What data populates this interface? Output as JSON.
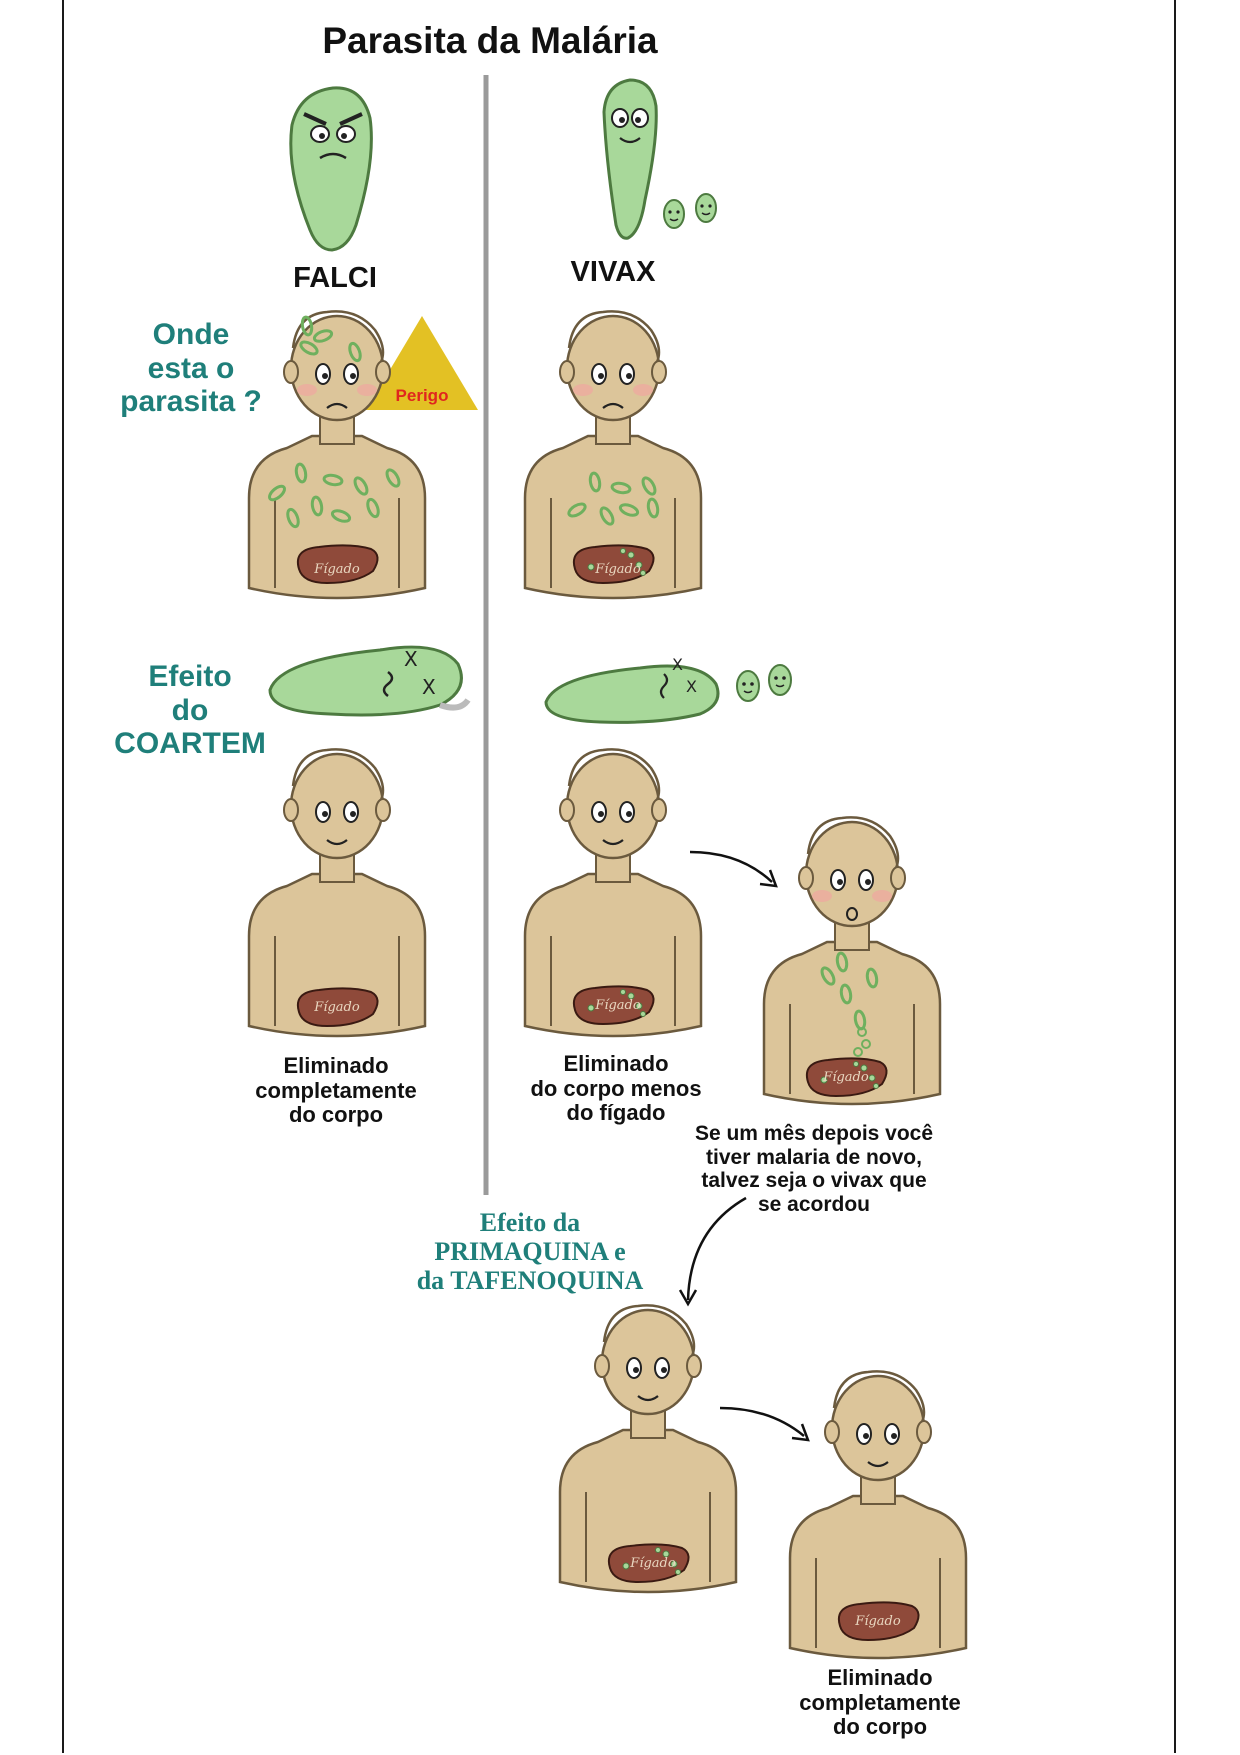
{
  "title": "Parasita da Malária",
  "columns": {
    "left": "FALCI",
    "right": "VIVAX"
  },
  "labels": {
    "where": "Onde\nesta o\nparasita ?",
    "danger": "Perigo",
    "coartem": "Efeito\ndo\nCOARTEM",
    "primaquina": "Efeito da\nPRIMAQUINA e\nda TAFENOQUINA",
    "liver": "Fígado"
  },
  "captions": {
    "falci_eliminated": "Eliminado\ncompletamente\ndo corpo",
    "vivax_eliminated": "Eliminado\ndo corpo menos\ndo fígado",
    "relapse": "Se um mês depois você\ntiver malaria de novo,\ntalvez seja o vivax que\nse acordou",
    "final_eliminated": "Eliminado\ncompletamente\ndo corpo"
  },
  "colors": {
    "parasite": "#a8d89a",
    "skin": "#dcc59a",
    "liver": "#8f4a3a",
    "teal_text": "#1f7f7a",
    "warning": "#e3c124",
    "danger_text": "#e0261e",
    "divider": "#9a9a9a"
  }
}
